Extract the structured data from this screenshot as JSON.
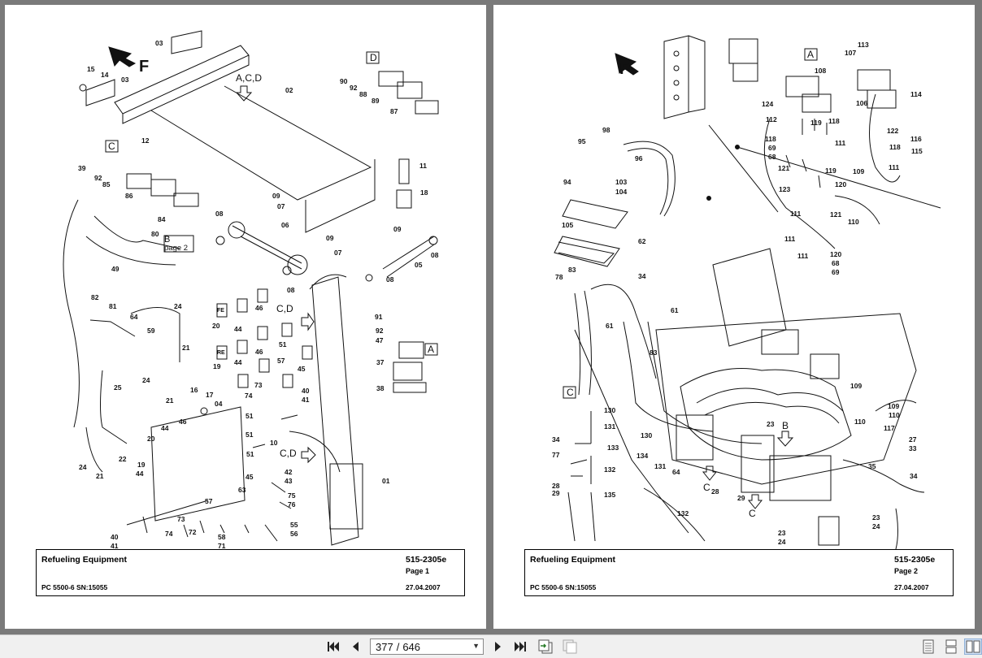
{
  "left_page": {
    "title": "Refueling Equipment",
    "model": "PC 5500-6 SN:15055",
    "code": "515-2305e",
    "page": "Page 1",
    "date": "27.04.2007",
    "labels": [
      "03",
      "15",
      "14",
      "03",
      "F",
      "12",
      "A,C,D",
      "02",
      "D",
      "90",
      "92",
      "88",
      "89",
      "87",
      "C",
      "39",
      "92",
      "85",
      "86",
      "84",
      "11",
      "18",
      "09",
      "07",
      "08",
      "06",
      "08",
      "09",
      "07",
      "09",
      "05",
      "08",
      "08",
      "B",
      "page 2",
      "80",
      "49",
      "82",
      "81",
      "64",
      "59",
      "24",
      "21",
      "25",
      "24",
      "FE",
      "20",
      "RE",
      "19",
      "44",
      "44",
      "46",
      "46",
      "51",
      "57",
      "73",
      "74",
      "45",
      "C,D",
      "91",
      "92",
      "47",
      "A",
      "37",
      "38",
      "21",
      "16",
      "17",
      "04",
      "51",
      "10",
      "C,D",
      "40",
      "41",
      "20",
      "44",
      "46",
      "51",
      "22",
      "19",
      "44",
      "24",
      "21",
      "45",
      "63",
      "57",
      "42",
      "43",
      "75",
      "76",
      "74",
      "73",
      "72",
      "58",
      "71",
      "55",
      "56",
      "40",
      "41",
      "01"
    ]
  },
  "right_page": {
    "title": "Refueling Equipment",
    "model": "PC 5500-6 SN:15055",
    "code": "515-2305e",
    "page": "Page 2",
    "date": "27.04.2007",
    "labels": [
      "A",
      "108",
      "113",
      "107",
      "114",
      "106",
      "124",
      "112",
      "119",
      "118",
      "122",
      "116",
      "115",
      "118",
      "69",
      "68",
      "111",
      "121",
      "119",
      "118",
      "109",
      "111",
      "120",
      "123",
      "121",
      "111",
      "110",
      "111",
      "120",
      "68",
      "69",
      "95",
      "98",
      "96",
      "103",
      "104",
      "94",
      "105",
      "62",
      "34",
      "83",
      "78",
      "61",
      "61",
      "83",
      "109",
      "109",
      "110",
      "110",
      "117",
      "C",
      "130",
      "131",
      "130",
      "34",
      "133",
      "77",
      "134",
      "132",
      "131",
      "64",
      "28",
      "29",
      "135",
      "132",
      "23",
      "B",
      "C",
      "28",
      "29",
      "C",
      "27",
      "33",
      "35",
      "34",
      "23",
      "24",
      "23",
      "24"
    ]
  },
  "toolbar": {
    "first_icon": "first-page-icon",
    "prev_icon": "previous-page-icon",
    "current_page": "377",
    "separator": "/",
    "total_pages": "646",
    "next_icon": "next-page-icon",
    "last_icon": "last-page-icon",
    "view_icons": [
      "single-page-icon",
      "continuous-icon",
      "facing-pages-icon"
    ]
  }
}
